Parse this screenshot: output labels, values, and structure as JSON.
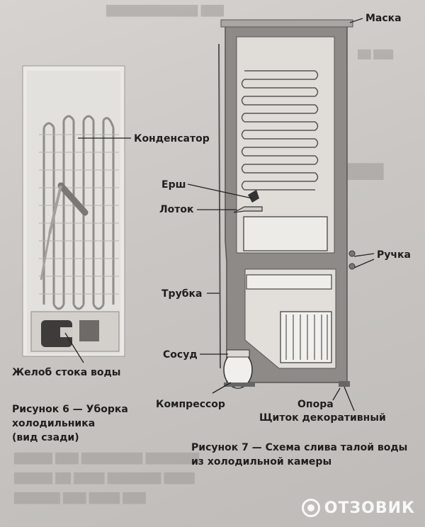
{
  "figure6": {
    "labels": {
      "condenser": "Конденсатор",
      "drain_trough": "Желоб стока воды"
    },
    "caption": [
      "Рисунок 6 — Уборка",
      "холодильника",
      "(вид сзади)"
    ]
  },
  "figure7": {
    "labels": {
      "mask": "Маска",
      "brush": "Ерш",
      "tray": "Лоток",
      "handle": "Ручка",
      "tube": "Трубка",
      "vessel": "Сосуд",
      "compressor": "Компрессор",
      "support": "Опора",
      "decorative_shield": "Щиток декоративный"
    },
    "caption": [
      "Рисунок 7 — Схема слива талой воды",
      "из холодильной камеры"
    ]
  },
  "watermark": {
    "text": "ОТЗОВИК"
  },
  "colors": {
    "paper": "#cdcac7",
    "ink": "#1f1e1d",
    "fridge_wall": "#8a8683",
    "interior": "#dedbd7",
    "photo_back": "#e9e7e4"
  }
}
